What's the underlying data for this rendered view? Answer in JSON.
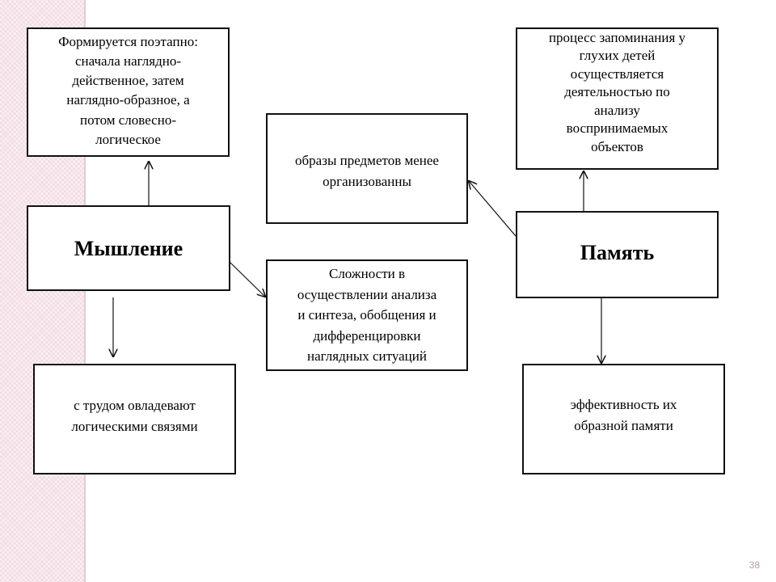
{
  "slide": {
    "page_number": "38",
    "strip_color": "#f2dde4"
  },
  "nodes": {
    "thinking": {
      "label": "Мышление"
    },
    "thinking_formation": {
      "text": "Формируется поэтапно:\nсначала наглядно-\nдейственное, затем\nнаглядно-образное, а\nпотом словесно-\nлогическое"
    },
    "thinking_logic": {
      "text": "с трудом овладевают\nлогическими связями"
    },
    "analysis_difficulty": {
      "text": "Сложности в\nосуществлении анализа\nи синтеза, обобщения и\nдифференцировки\nнаглядных ситуаций"
    },
    "images_organization": {
      "text": "образы предметов менее\nорганизованны"
    },
    "memory": {
      "label": "Память"
    },
    "memory_process": {
      "text": "процесс запоминания у\nглухих детей\nосуществляется\nдеятельностью по\nанализу\nвоспринимаемых\nобъектов"
    },
    "memory_efficiency": {
      "text": "эффективность их\nобразной памяти"
    }
  }
}
